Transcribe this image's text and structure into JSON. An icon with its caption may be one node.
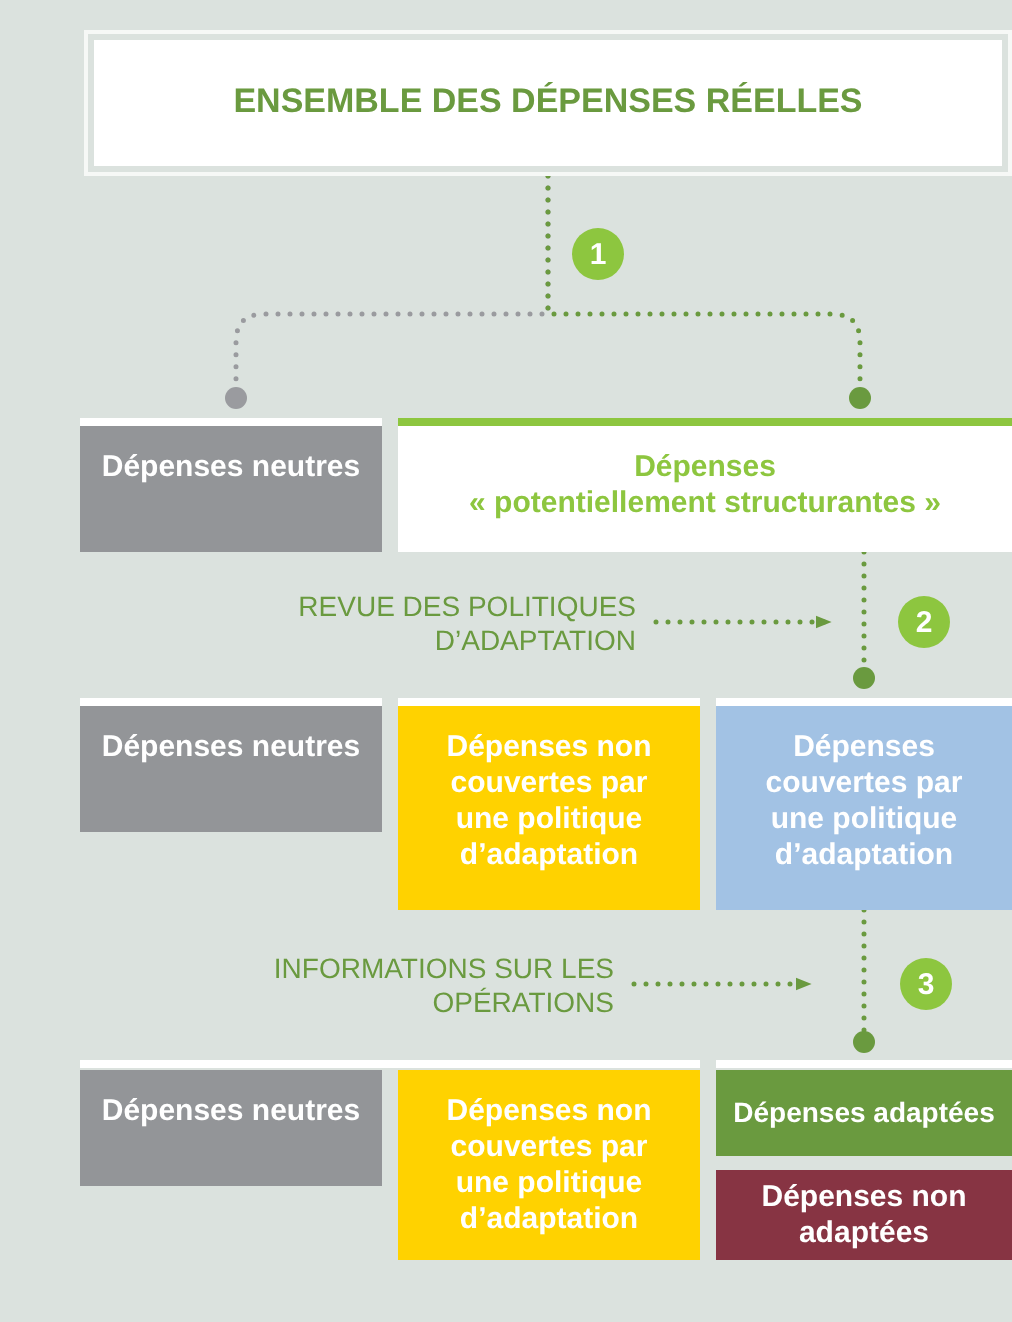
{
  "diagram": {
    "nodes": [
      {
        "text": [
          "ENSEMBLE DES DÉPENSES RÉELLES"
        ]
      },
      {
        "text": [
          "Dépenses neutres"
        ]
      },
      {
        "text": [
          "Dépenses",
          "« potentiellement structurantes »"
        ]
      },
      {
        "text": [
          "REVUE DES POLITIQUES D’ADAPTATION"
        ]
      },
      {
        "text": [
          "Dépenses neutres"
        ]
      },
      {
        "text": [
          "Dépenses non couvertes par une politique d’adaptation"
        ]
      },
      {
        "text": [
          "Dépenses couvertes par une politique d’adaptation"
        ]
      },
      {
        "text": [
          "INFORMATIONS SUR LES OPÉRATIONS"
        ]
      },
      {
        "text": [
          "Dépenses neutres"
        ]
      },
      {
        "text": [
          "Dépenses non couvertes par une politique d’adaptation"
        ]
      },
      {
        "text": [
          "Dépenses adaptées"
        ]
      },
      {
        "text": [
          "Dépenses non adaptées"
        ]
      }
    ],
    "edges": [
      {
        "from": 0,
        "to": 1,
        "arrow": "other",
        "color": "#9a9b9f"
      },
      {
        "from": 0,
        "to": 2,
        "arrow": "other"
      },
      {
        "from": 2,
        "to": 6,
        "arrow": "other"
      },
      {
        "from": 3,
        "to": null,
        "arrow": "to"
      },
      {
        "from": 6,
        "to": 10,
        "arrow": "other"
      },
      {
        "from": 7,
        "to": null,
        "arrow": "to"
      }
    ],
    "labels": [
      "1",
      "2",
      "3"
    ]
  }
}
